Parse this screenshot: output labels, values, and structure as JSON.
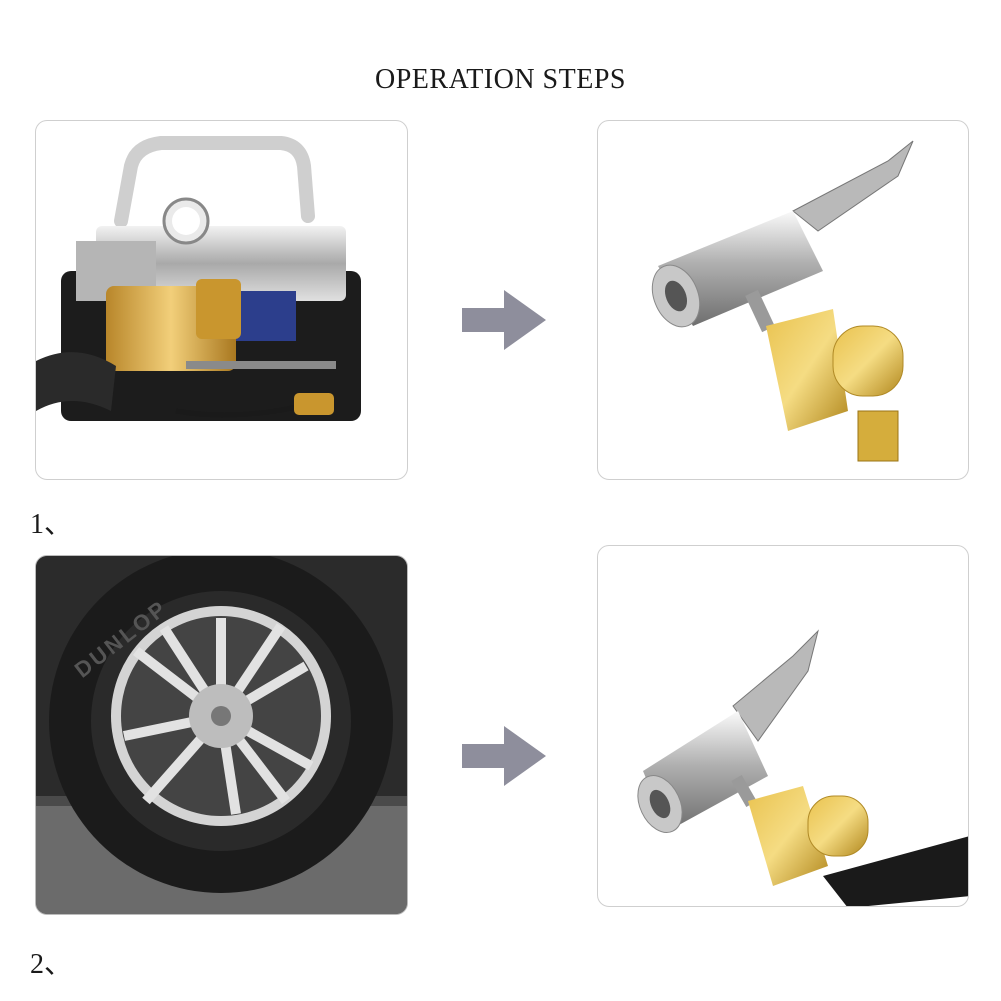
{
  "header": {
    "title": "OPERATION STEPS"
  },
  "steps": [
    {
      "label": "1、",
      "left_image": "air-compressor-photo",
      "right_image": "brass-chuck-valve-photo"
    },
    {
      "label": "2、",
      "left_image": "car-tire-wheel-photo",
      "right_image": "chuck-with-hose-photo"
    }
  ],
  "tire": {
    "brand_text": "DUNLOP"
  },
  "colors": {
    "arrow": "#8e8e9c",
    "border": "#cfcfcf",
    "brass": "#d6a81f",
    "chrome": "#c9c9c9"
  }
}
